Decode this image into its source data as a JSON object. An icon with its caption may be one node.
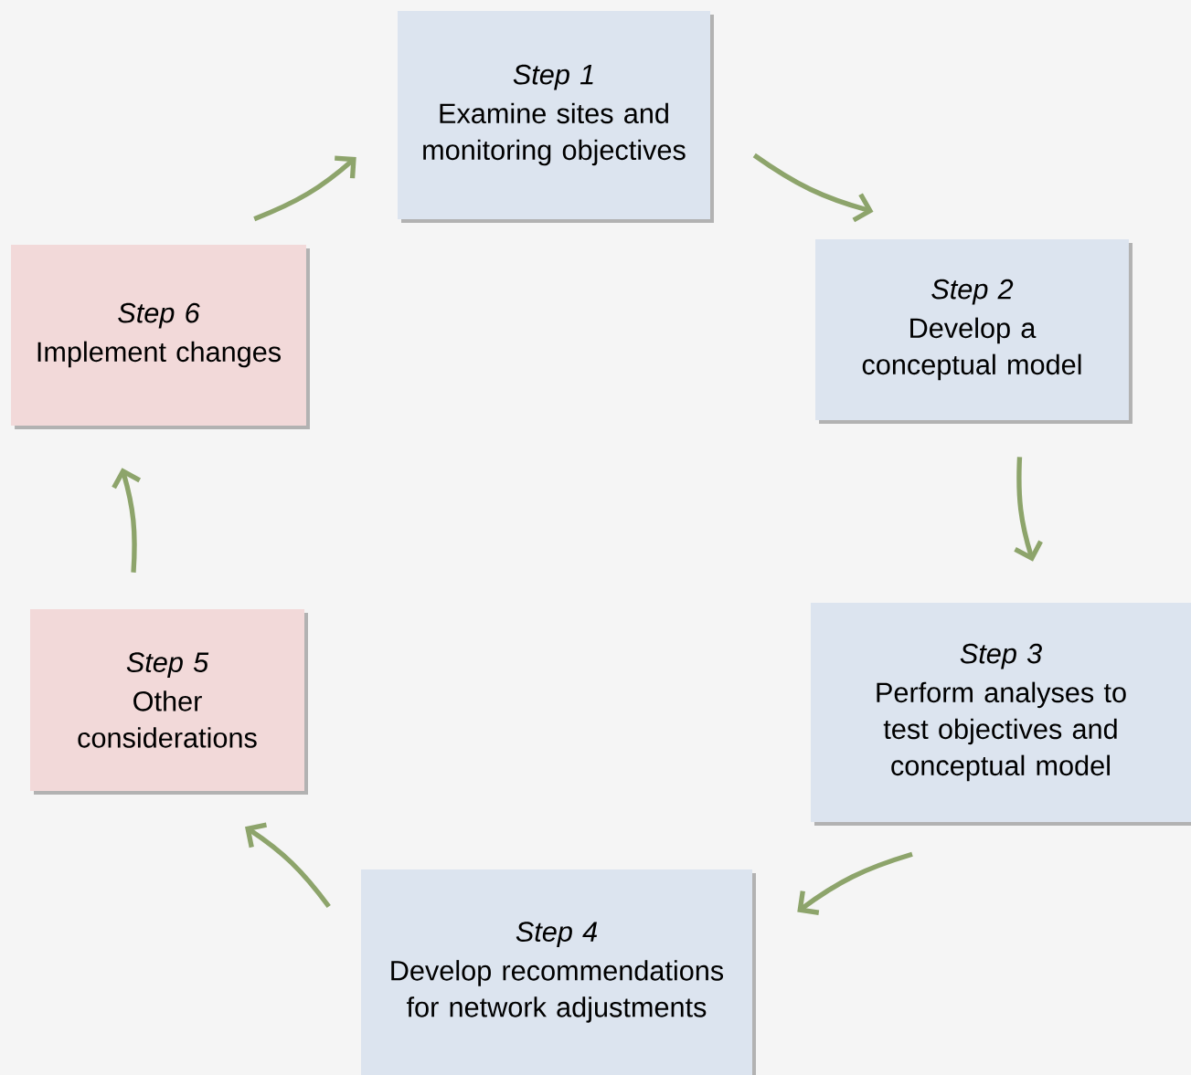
{
  "diagram": {
    "nodes": [
      {
        "text": [
          "Step 1",
          "Examine sites and monitoring objectives"
        ]
      },
      {
        "text": [
          "Step 2",
          "Develop a conceptual model"
        ]
      },
      {
        "text": [
          "Step 3",
          "Perform analyses to test objectives and conceptual model"
        ]
      },
      {
        "text": [
          "Step 4",
          "Develop recommendations for network adjustments"
        ]
      },
      {
        "text": [
          "Step 5",
          "Other considerations"
        ]
      },
      {
        "text": [
          "Step 6",
          "Implement changes"
        ]
      }
    ],
    "edges": [
      {
        "from": 0,
        "to": 1,
        "arrow": "to"
      },
      {
        "from": 1,
        "to": 2,
        "arrow": "to"
      },
      {
        "from": 2,
        "to": 3,
        "arrow": "to"
      },
      {
        "from": 3,
        "to": 4,
        "arrow": "to"
      },
      {
        "from": 4,
        "to": 5,
        "arrow": "to"
      },
      {
        "from": 5,
        "to": 0,
        "arrow": "to"
      }
    ]
  }
}
